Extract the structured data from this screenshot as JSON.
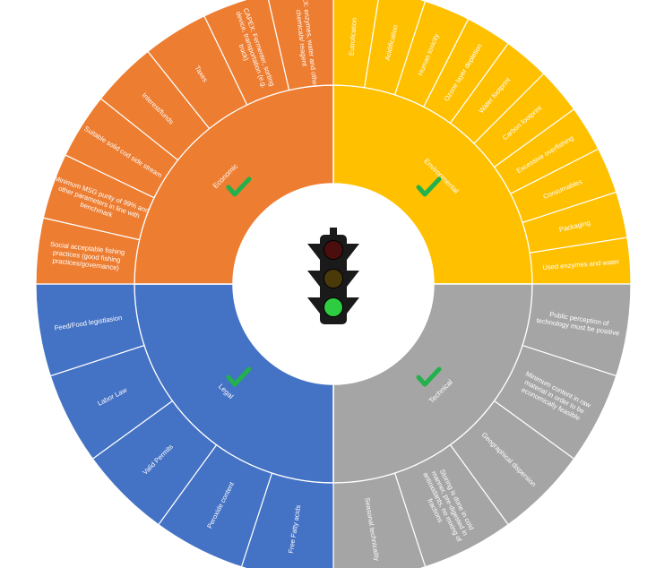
{
  "colors": {
    "economic": "#ED7D31",
    "environmental": "#FFC000",
    "technical": "#A5A5A5",
    "legal": "#4472C4",
    "separator": "#ffffff",
    "check": "#22B14C",
    "light_body": "#1a1a1a",
    "light_red_off": "#4a0e0e",
    "light_yellow_off": "#4a3a0a",
    "light_green_on": "#2ecc40"
  },
  "icons": {
    "check": "checkmark-icon",
    "traffic_light": "traffic-light-icon"
  },
  "traffic_light": {
    "active": "green"
  },
  "quadrants": [
    {
      "key": "environmental",
      "label": "Environmental",
      "checked": true,
      "items": [
        "Eutrofication",
        "Acidification",
        "Human toxicity",
        "Ozone layer depletion",
        "Water footprint",
        "Carbon footprint",
        "Excessive overfishing",
        "Consumables",
        "Packaging",
        "Used enzymes and water"
      ]
    },
    {
      "key": "technical",
      "label": "Technical",
      "checked": true,
      "items": [
        "Public perception of technology must be positive",
        "Minimum content in raw material in order to be economically feasible",
        "Geographical dispersion",
        "Storing is done in cold manner, pre-digested in antioxidants, no mixing of fractions",
        "Seasonal technicality"
      ]
    },
    {
      "key": "legal",
      "label": "Legal",
      "checked": true,
      "items": [
        "Free Fatty acids",
        "Peroxide content",
        "Valid Permits",
        "Labor Law",
        "Feed/Food legistlasion"
      ]
    },
    {
      "key": "economic",
      "label": "Economic",
      "checked": true,
      "items": [
        "Social acceptable fishing practices (good fishing practices/governance)",
        "Minimum MSG purity of 99% and other parameters in line with benchmark",
        "Suitable solid cod side stream",
        "Interest/funds",
        "Taxes",
        "CAPEX: Fermenter, sorting device, transportation (e.g. truck)",
        "OPEX: enzymes, water and other chemicals/ reagent"
      ]
    }
  ]
}
